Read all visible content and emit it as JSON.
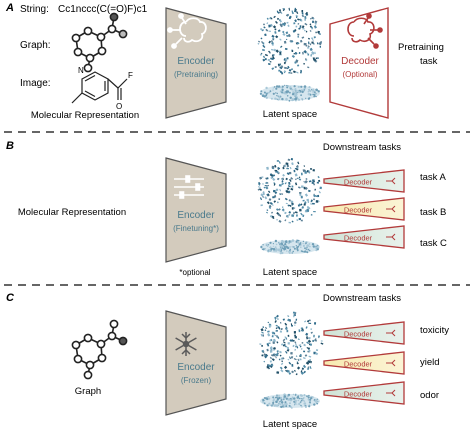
{
  "panels": {
    "a": {
      "letter": "A",
      "string_label": "String:",
      "smiles": "Cc1nccc(C(=O)F)c1",
      "graph_label": "Graph:",
      "image_label": "Image:",
      "atom_o": "O",
      "atom_f": "F",
      "atom_n": "N",
      "mol_repr": "Molecular Representation",
      "encoder": "Encoder",
      "encoder_sub": "(Pretraining)",
      "decoder": "Decoder",
      "decoder_sub": "(Optional)",
      "latent": "Latent space",
      "task_line1": "Pretraining",
      "task_line2": "task"
    },
    "b": {
      "letter": "B",
      "downstream": "Downstream tasks",
      "mol_repr": "Molecular Representation",
      "encoder": "Encoder",
      "encoder_sub": "(Finetuning*)",
      "optional_note": "*optional",
      "latent": "Latent space",
      "decoder_label": "Decoder",
      "tasks": [
        "task A",
        "task B",
        "task C"
      ]
    },
    "c": {
      "letter": "C",
      "downstream": "Downstream tasks",
      "graph_label": "Graph",
      "encoder": "Encoder",
      "encoder_sub": "(Frozen)",
      "latent": "Latent space",
      "decoder_label": "Decoder",
      "tasks": [
        "toxicity",
        "yield",
        "odor"
      ]
    }
  },
  "colors": {
    "encoder_fill": "#d3cbbd",
    "decoder_outline": "#b23a3a",
    "decoder_green": "#cfe3d6",
    "decoder_yellow": "#f7eab0",
    "latent_dots": "#2f6b8a",
    "separator": "#333333"
  }
}
